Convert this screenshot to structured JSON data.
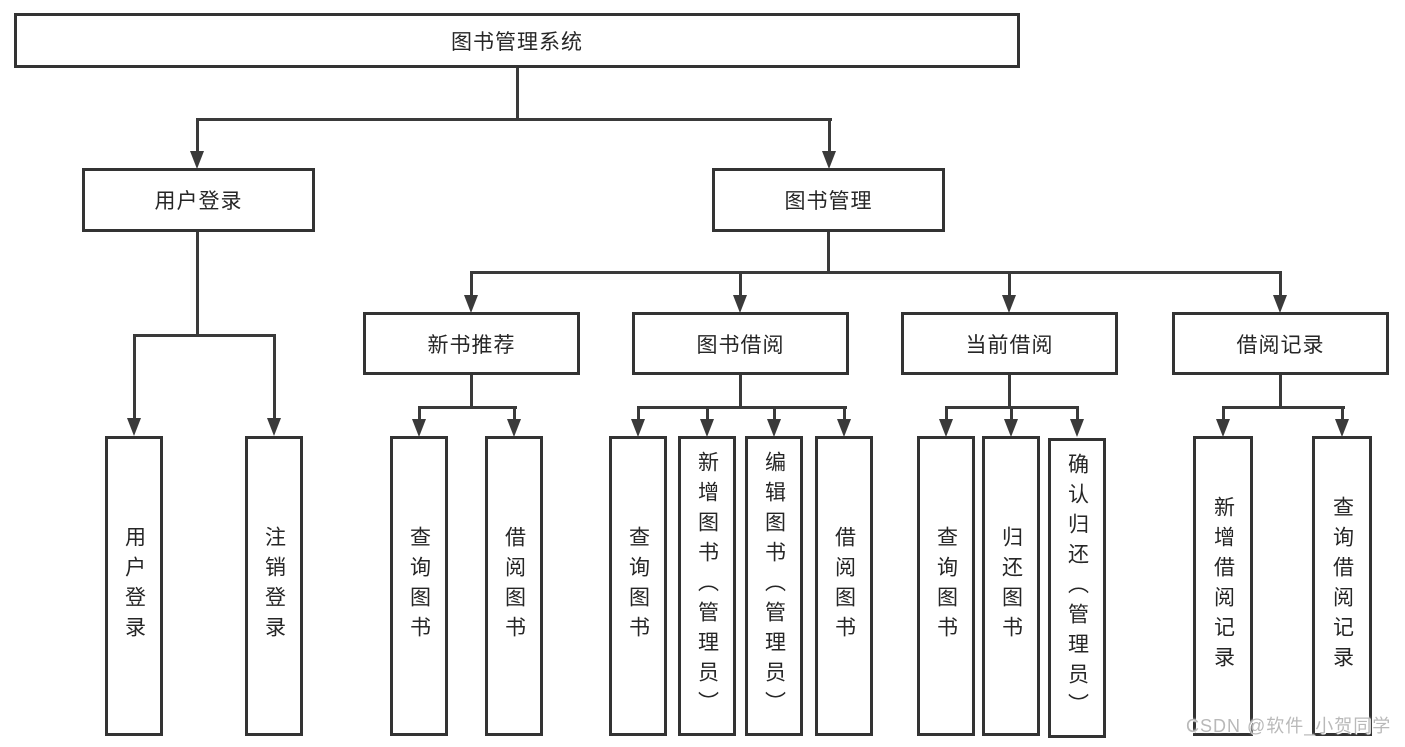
{
  "diagram": {
    "type": "hierarchy-tree",
    "title": "图书管理系统",
    "colors": {
      "line": "#3a3a3a",
      "border": "#333333",
      "text": "#262626",
      "box_bg": "#ffffff",
      "watermark": "#b9b9b9"
    },
    "root": {
      "label": "图书管理系统"
    },
    "branches": [
      {
        "label": "用户登录",
        "children": [
          {
            "label": "用户登录"
          },
          {
            "label": "注销登录"
          }
        ]
      },
      {
        "label": "图书管理",
        "children": [
          {
            "label": "新书推荐",
            "children": [
              {
                "label": "查询图书"
              },
              {
                "label": "借阅图书"
              }
            ]
          },
          {
            "label": "图书借阅",
            "children": [
              {
                "label": "查询图书"
              },
              {
                "label": "新增图书（管理员）"
              },
              {
                "label": "编辑图书（管理员）"
              },
              {
                "label": "借阅图书"
              }
            ]
          },
          {
            "label": "当前借阅",
            "children": [
              {
                "label": "查询图书"
              },
              {
                "label": "归还图书"
              },
              {
                "label": "确认归还（管理员）"
              }
            ]
          },
          {
            "label": "借阅记录",
            "children": [
              {
                "label": "新增借阅记录"
              },
              {
                "label": "查询借阅记录"
              }
            ]
          }
        ]
      }
    ]
  },
  "watermark": {
    "text": "CSDN @软件_小贺同学"
  }
}
